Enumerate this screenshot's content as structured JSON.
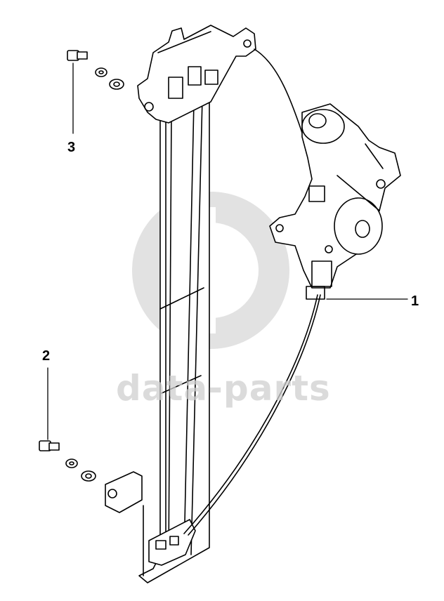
{
  "watermark": {
    "text": "data-parts"
  },
  "callouts": [
    {
      "id": "1",
      "label": "1"
    },
    {
      "id": "2",
      "label": "2"
    },
    {
      "id": "3",
      "label": "3"
    }
  ],
  "colors": {
    "line": "#000000",
    "watermark": "#cfcfcf",
    "background": "#ffffff"
  }
}
